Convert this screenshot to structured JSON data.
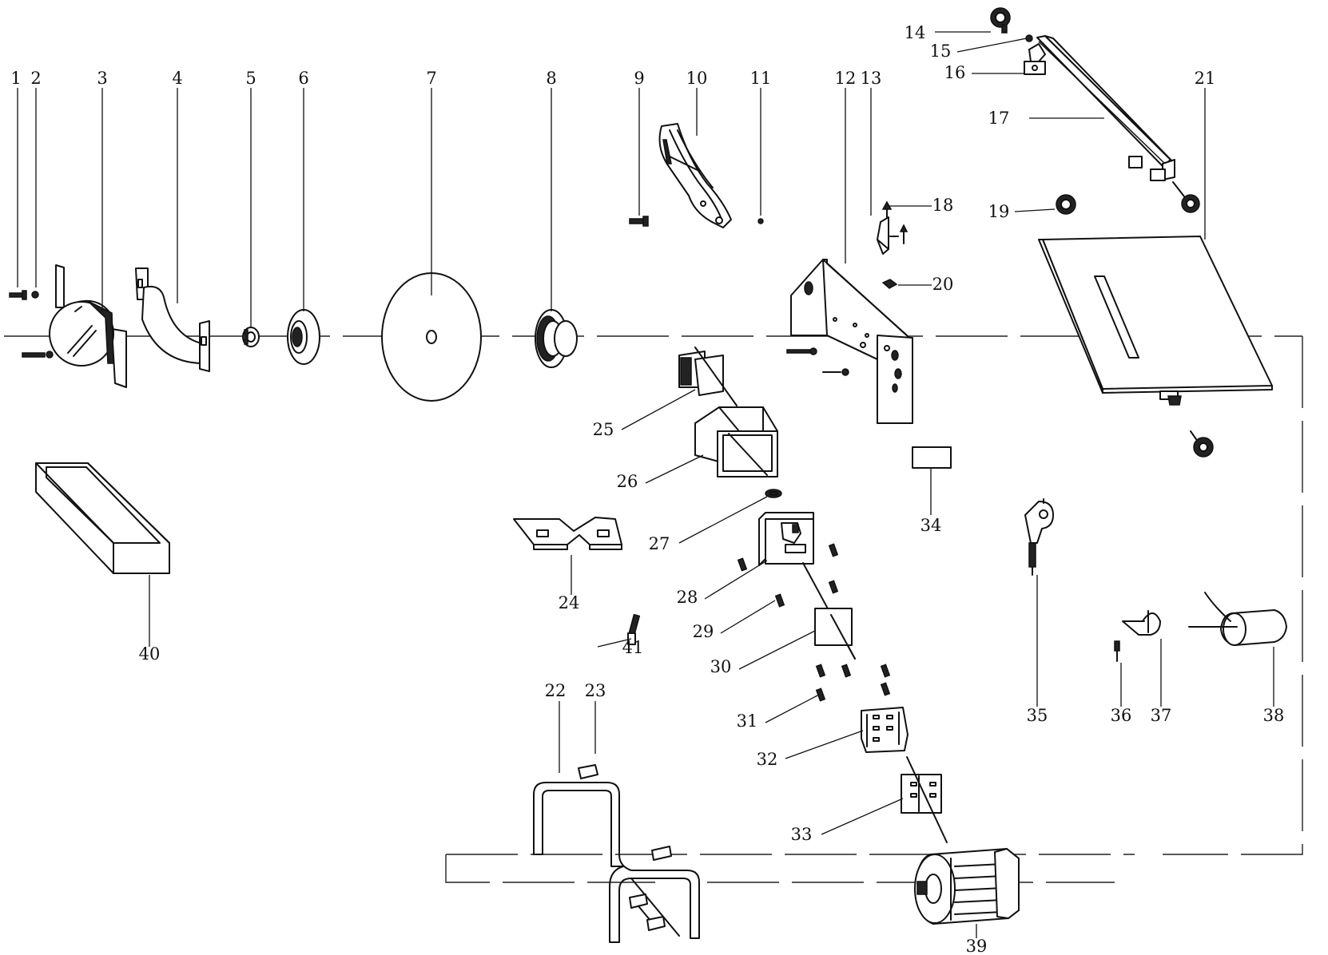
{
  "labels": [
    "1",
    "2",
    "3",
    "4",
    "5",
    "6",
    "7",
    "8",
    "9",
    "10",
    "11",
    "12",
    "13",
    "14",
    "15",
    "16",
    "17",
    "18",
    "19",
    "20",
    "21",
    "22",
    "23",
    "24",
    "25",
    "26",
    "27",
    "28",
    "29",
    "30",
    "31",
    "32",
    "33",
    "34",
    "35",
    "36",
    "37",
    "38",
    "39",
    "40",
    "41"
  ]
}
